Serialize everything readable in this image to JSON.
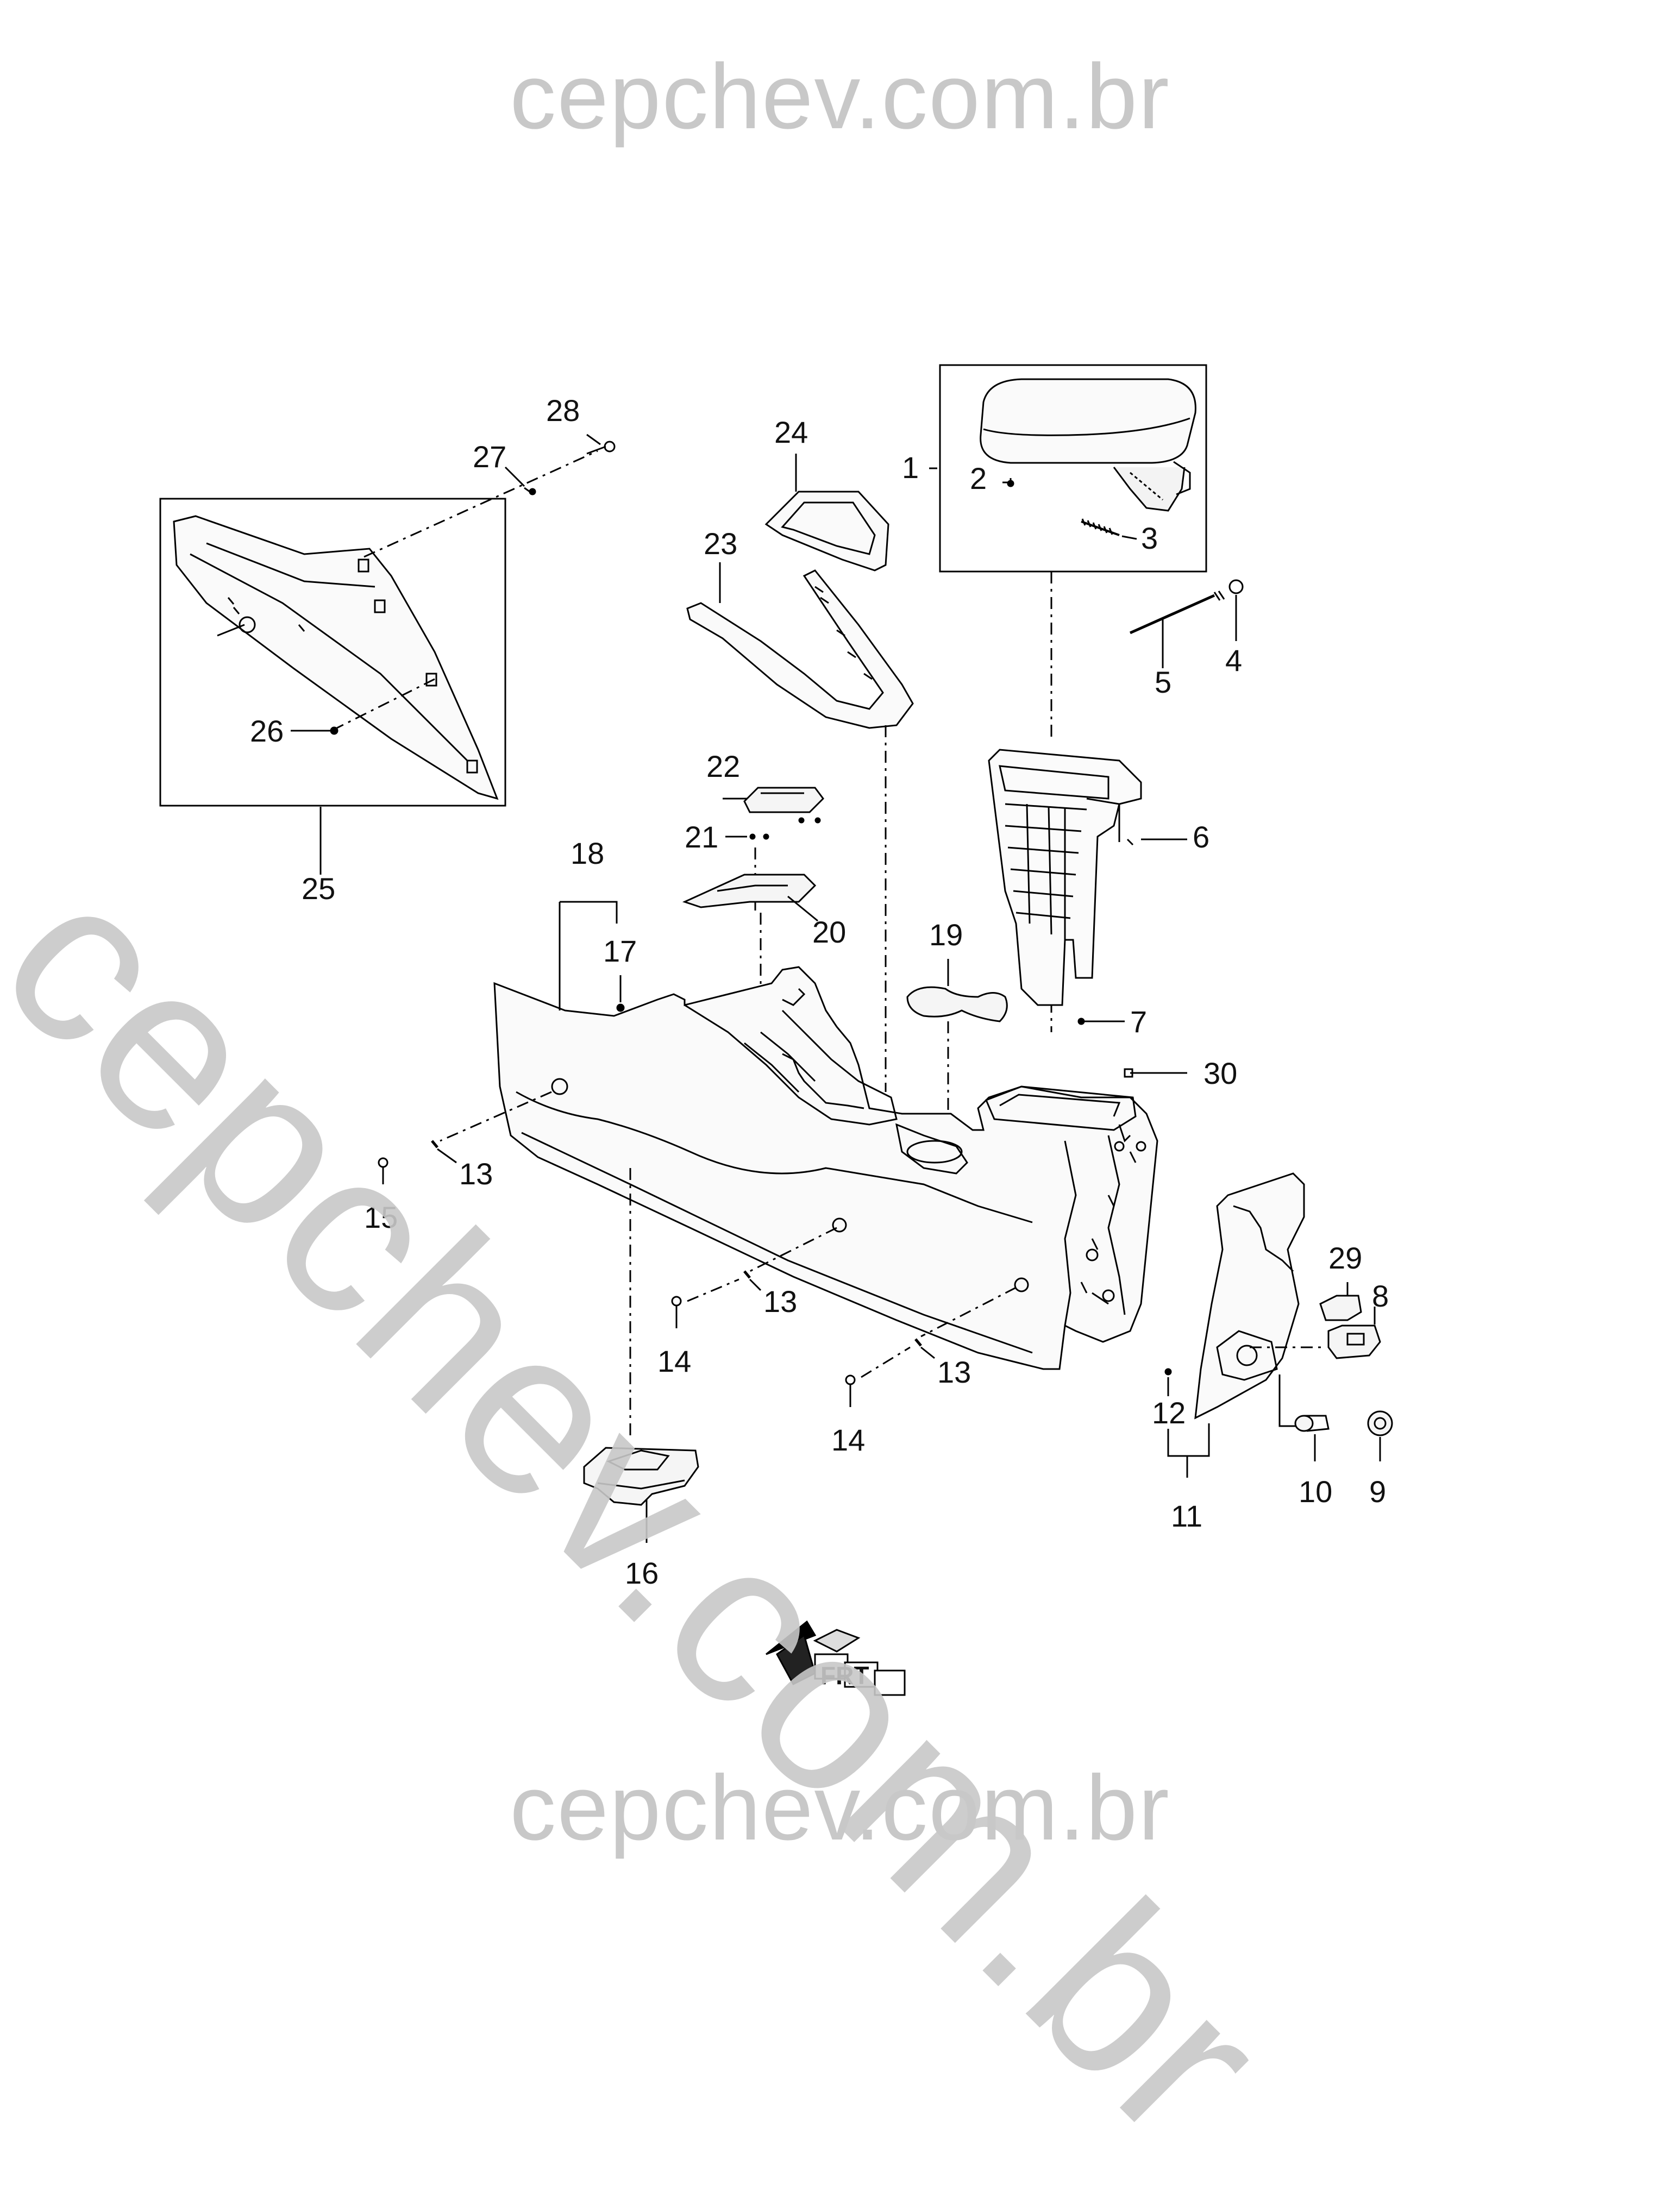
{
  "watermark": {
    "top": "cepchev.com.br",
    "bottom": "cepchev.com.br",
    "diagonal": "cepchev.com.br"
  },
  "callouts": {
    "c1": "1",
    "c2": "2",
    "c3": "3",
    "c4": "4",
    "c5": "5",
    "c6": "6",
    "c7": "7",
    "c8": "8",
    "c9": "9",
    "c10": "10",
    "c11": "11",
    "c12": "12",
    "c13a": "13",
    "c13b": "13",
    "c13c": "13",
    "c14a": "14",
    "c14b": "14",
    "c15": "15",
    "c16": "16",
    "c17": "17",
    "c18": "18",
    "c19": "19",
    "c20": "20",
    "c21": "21",
    "c22": "22",
    "c23": "23",
    "c24": "24",
    "c25": "25",
    "c26": "26",
    "c27": "27",
    "c28": "28",
    "c29": "29",
    "c30": "30"
  },
  "direction_indicator": "FRT"
}
